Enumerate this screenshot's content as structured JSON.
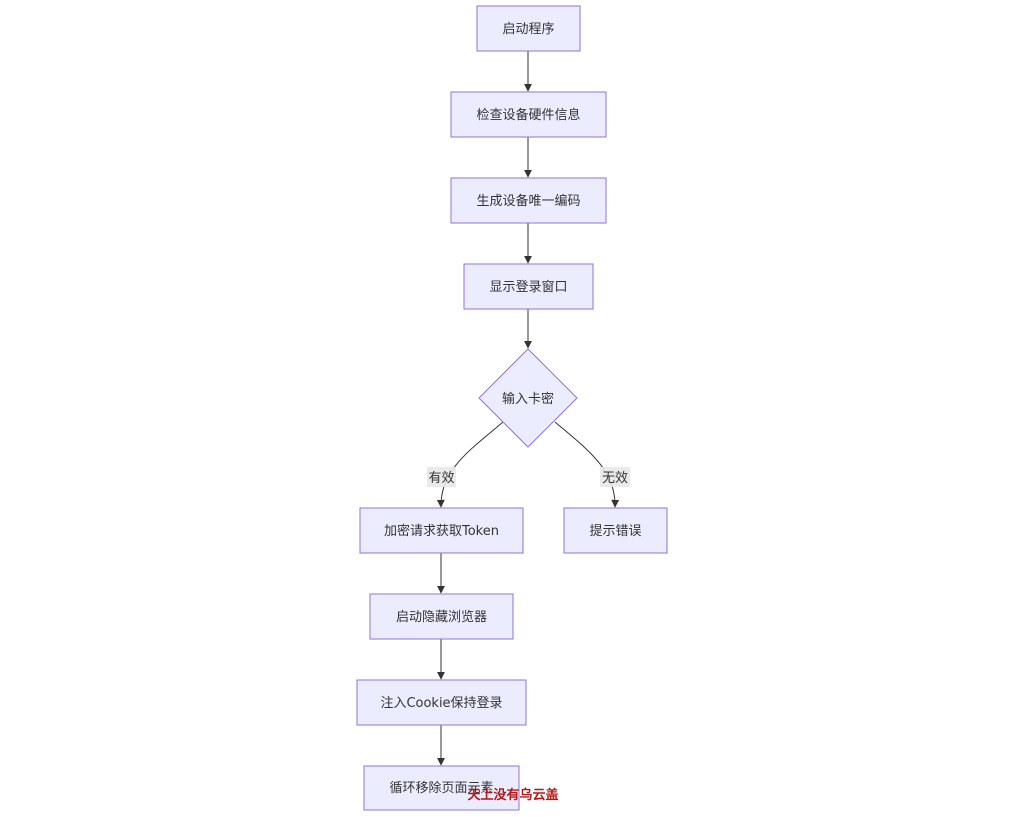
{
  "nodes": {
    "start": "启动程序",
    "check_hw": "检查设备硬件信息",
    "gen_code": "生成设备唯一编码",
    "show_login": "显示登录窗口",
    "input_key": "输入卡密",
    "get_token": "加密请求获取Token",
    "error": "提示错误",
    "browser": "启动隐藏浏览器",
    "cookie": "注入Cookie保持登录",
    "loop": "循环移除页面元素"
  },
  "edges": {
    "valid": "有效",
    "invalid": "无效"
  },
  "watermark": "天上没有乌云盖",
  "colors": {
    "node_fill": "#ECECFF",
    "node_stroke": "#9370DB",
    "edge": "#333333",
    "label_bg": "#e8e8e8",
    "watermark": "#b01818"
  }
}
